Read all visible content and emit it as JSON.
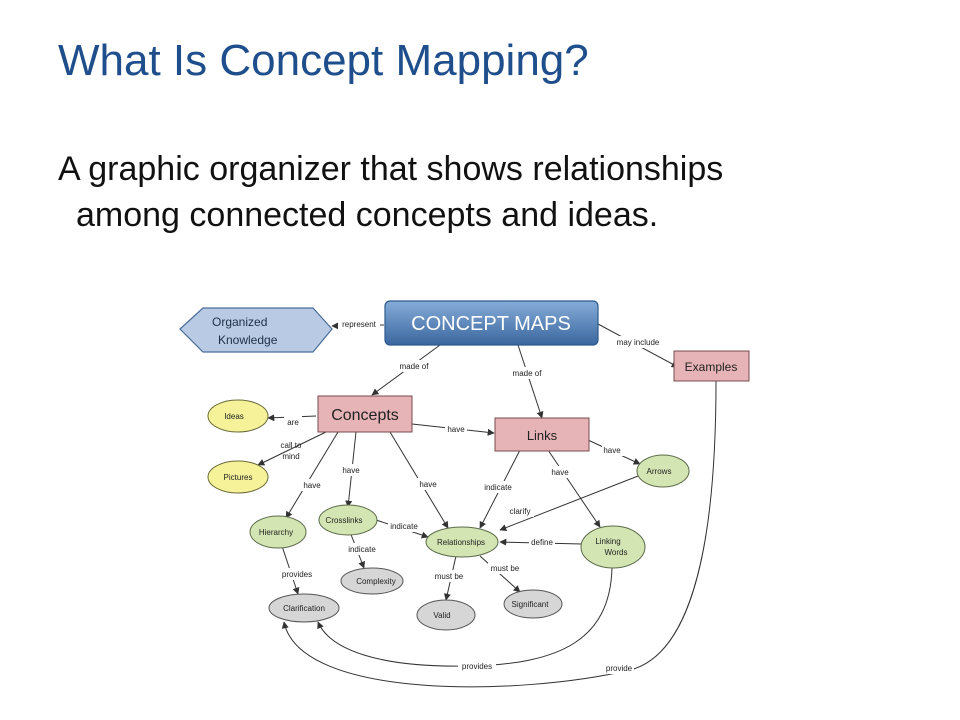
{
  "title": "What Is Concept Mapping?",
  "subtitle": {
    "line1": "A graphic organizer that shows relationships",
    "line2": "among connected concepts and ideas."
  },
  "colors": {
    "title": "#1f4e8c",
    "main_node_top": "#7ea6d4",
    "main_node_bottom": "#3f6ea6",
    "organized_node": "#b9cbe4",
    "pink_node": "#e6b3b7",
    "yellow_node": "#f6f29a",
    "green_node": "#d3e5b3",
    "gray_node": "#d6d6d6",
    "edge": "#333333"
  },
  "diagram": {
    "nodes": {
      "concept_maps": "CONCEPT MAPS",
      "organized_line1": "Organized",
      "organized_line2": "Knowledge",
      "examples": "Examples",
      "concepts": "Concepts",
      "links": "Links",
      "ideas": "Ideas",
      "pictures": "Pictures",
      "arrows": "Arrows",
      "hierarchy": "Hierarchy",
      "crosslinks": "Crosslinks",
      "relationships": "Relationships",
      "linking_line1": "Linking",
      "linking_line2": "Words",
      "complexity": "Complexity",
      "clarification": "Clarification",
      "valid": "Valid",
      "significant": "Significant"
    },
    "edge_labels": {
      "represent": "represent",
      "may_include": "may include",
      "made_of_1": "made of",
      "made_of_2": "made of",
      "are": "are",
      "call_to": "call to",
      "mind": "mind",
      "have_concepts_links": "have",
      "have_hierarchy": "have",
      "have_crosslinks": "have",
      "have_relationships": "have",
      "have_links_linking": "have",
      "have_arrows": "have",
      "indicate_links": "indicate",
      "indicate_crosslinks_rel": "indicate",
      "indicate_crosslinks_complexity": "indicate",
      "clarify": "clarify",
      "define": "define",
      "must_be_valid": "must be",
      "must_be_significant": "must be",
      "provides_hierarchy": "provides",
      "provides_bottom": "provides",
      "provide": "provide"
    }
  }
}
